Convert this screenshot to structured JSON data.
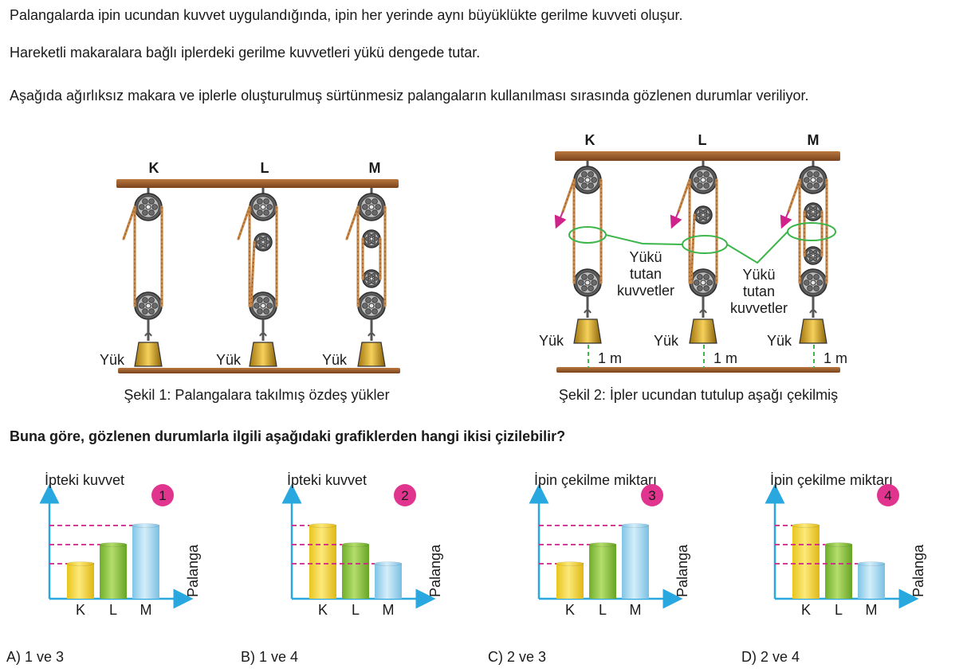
{
  "paragraphs": [
    "Palangalarda ipin ucundan kuvvet uygulandığında, ipin her yerinde aynı büyüklükte gerilme kuvveti oluşur.",
    "Hareketli makaralara bağlı iplerdeki gerilme kuvvetleri yükü dengede tutar.",
    "Aşağıda ağırlıksız makara ve iplerle oluşturulmuş sürtünmesiz palangaların kullanılması sırasında gözlenen durumlar veriliyor."
  ],
  "figure1": {
    "labels": [
      "K",
      "L",
      "M"
    ],
    "load_label": "Yük",
    "caption": "Şekil 1: Palangalara takılmış özdeş yükler"
  },
  "figure2": {
    "labels": [
      "K",
      "L",
      "M"
    ],
    "load_label": "Yük",
    "distance_label": "1 m",
    "callout_left": [
      "Yükü",
      "tutan",
      "kuvvetler"
    ],
    "callout_right": [
      "Yükü",
      "tutan",
      "kuvvetler"
    ],
    "caption": "Şekil 2: İpler ucundan tutulup aşağı çekilmiş"
  },
  "question": "Buna göre, gözlenen durumlarla ilgili aşağıdaki grafiklerden hangi ikisi çizilebilir?",
  "colors": {
    "bar_yellow": "#f2d83a",
    "bar_green": "#8cc63f",
    "bar_blue": "#9fd5ef",
    "axis": "#29a8e0",
    "dash": "#d0228b",
    "badge": "#e0348f",
    "wood": "#9c5a2c",
    "rope": "#c8894a"
  },
  "chart_data": [
    {
      "type": "bar",
      "number": "1",
      "ylabel": "İpteki kuvvet",
      "xlabel": "Palanga",
      "categories": [
        "K",
        "L",
        "M"
      ],
      "values": [
        1,
        2,
        3
      ]
    },
    {
      "type": "bar",
      "number": "2",
      "ylabel": "İpteki kuvvet",
      "xlabel": "Palanga",
      "categories": [
        "K",
        "L",
        "M"
      ],
      "values": [
        3,
        2,
        1
      ]
    },
    {
      "type": "bar",
      "number": "3",
      "ylabel": "İpin çekilme miktarı",
      "xlabel": "Palanga",
      "categories": [
        "K",
        "L",
        "M"
      ],
      "values": [
        1,
        2,
        3
      ]
    },
    {
      "type": "bar",
      "number": "4",
      "ylabel": "İpin çekilme miktarı",
      "xlabel": "Palanga",
      "categories": [
        "K",
        "L",
        "M"
      ],
      "values": [
        3,
        2,
        1
      ]
    }
  ],
  "options": [
    "A) 1 ve 3",
    "B) 1 ve 4",
    "C) 2 ve 3",
    "D) 2 ve 4"
  ]
}
